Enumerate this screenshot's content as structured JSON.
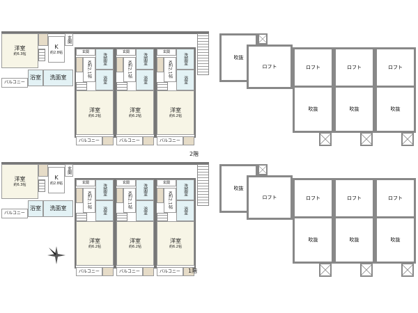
{
  "floors": [
    {
      "label": "2階",
      "left_unit": {
        "western_room": "洋室",
        "western_size": "約6.3帖",
        "kitchen": "K",
        "kitchen_size": "約2.8帖",
        "entrance": "玄関",
        "bath": "浴室",
        "washroom": "洗面室",
        "balcony": "バルコニー"
      },
      "units": [
        {
          "entrance": "玄関",
          "kitchen": "K約2.1帖",
          "washroom": "洗面室",
          "bath": "浴室",
          "western_room": "洋室",
          "western_size": "約6.2帖",
          "balcony": "バルコニー"
        },
        {
          "entrance": "玄関",
          "kitchen": "K約2.1帖",
          "washroom": "洗面室",
          "bath": "浴室",
          "western_room": "洋室",
          "western_size": "約6.2帖",
          "balcony": "バルコニー"
        },
        {
          "entrance": "玄関",
          "kitchen": "K約2.1帖",
          "washroom": "洗面室",
          "bath": "浴室",
          "western_room": "洋室",
          "western_size": "約6.2帖",
          "balcony": "バルコニー"
        }
      ],
      "loft_plan": {
        "left": {
          "void": "吹抜",
          "loft": "ロフト"
        },
        "units": [
          {
            "loft": "ロフト",
            "void": "吹抜"
          },
          {
            "loft": "ロフト",
            "void": "吹抜"
          },
          {
            "loft": "ロフト",
            "void": "吹抜"
          }
        ]
      }
    },
    {
      "label": "1階",
      "left_unit": {
        "western_room": "洋室",
        "western_size": "約6.3帖",
        "kitchen": "K",
        "kitchen_size": "約2.8帖",
        "entrance": "玄関",
        "bath": "浴室",
        "washroom": "洗面室",
        "balcony": "バルコニー"
      },
      "units": [
        {
          "entrance": "玄関",
          "kitchen": "K約2.1帖",
          "washroom": "洗面室",
          "bath": "浴室",
          "western_room": "洋室",
          "western_size": "約6.2帖",
          "balcony": "バルコニー"
        },
        {
          "entrance": "玄関",
          "kitchen": "K約2.1帖",
          "washroom": "洗面室",
          "bath": "浴室",
          "western_room": "洋室",
          "western_size": "約6.2帖",
          "balcony": "バルコニー"
        },
        {
          "entrance": "玄関",
          "kitchen": "K約2.1帖",
          "washroom": "洗面室",
          "bath": "浴室",
          "western_room": "洋室",
          "western_size": "約6.2帖",
          "balcony": "バルコニー"
        }
      ],
      "loft_plan": {
        "left": {
          "void": "吹抜",
          "loft": "ロフト"
        },
        "units": [
          {
            "loft": "ロフト",
            "void": "吹抜"
          },
          {
            "loft": "ロフト",
            "void": "吹抜"
          },
          {
            "loft": "ロフト",
            "void": "吹抜"
          }
        ]
      }
    }
  ],
  "compass_icon": "north-arrow"
}
